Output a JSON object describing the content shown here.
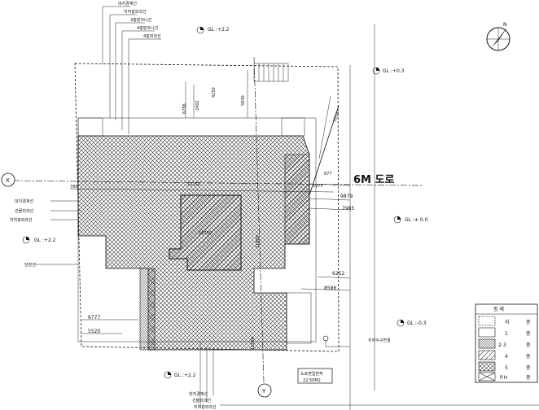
{
  "labels": {
    "top_leaders": [
      "대지경계선",
      "지하층외곽선",
      "3층발코니선",
      "4층발코니선",
      "4층외곽선"
    ],
    "left_leaders": [
      "대지경계선",
      "건물외곽선",
      "지하층외곽선"
    ],
    "left_side": "담장선",
    "bottom_leaders": [
      "대지경계선",
      "건물외곽선",
      "지하층외곽선"
    ],
    "road": "6M 도로",
    "grid_x": "X",
    "grid_y": "Y",
    "north": "N",
    "sewer": "지하수구연결",
    "road_area_title": "도로편입면적",
    "road_area_value": "22.50M2"
  },
  "levels": {
    "gl_top": "GL :+2.2",
    "gl_right_top": "GL :+0.3",
    "gl_right_mid": "GL :± 0.0",
    "gl_left": "GL :+2.2",
    "gl_right_bottom": "GL :-0.3",
    "gl_bottom": "GL :+2.2"
  },
  "dims": {
    "d780": "780",
    "d1975": "1975",
    "d677": "677",
    "d9879": "9879",
    "d7985": "7985",
    "d6252": "6252",
    "d8586": "8586",
    "d6777": "6777",
    "d5520": "5520",
    "d5840": "5840",
    "d5214": "5214",
    "d6786": "6786",
    "d2402": "2402",
    "d4250": "4250",
    "d12152": "12152",
    "d16730": "16730",
    "d11800": "11800",
    "d11000": "11000"
  },
  "legend": {
    "title": "범 례",
    "rows": [
      {
        "label": "지",
        "suffix": "층"
      },
      {
        "label": "1",
        "suffix": "층"
      },
      {
        "label": "2-3",
        "suffix": "층"
      },
      {
        "label": "4",
        "suffix": "층"
      },
      {
        "label": "5",
        "suffix": "층"
      },
      {
        "label": "P.H",
        "suffix": "층"
      }
    ]
  }
}
